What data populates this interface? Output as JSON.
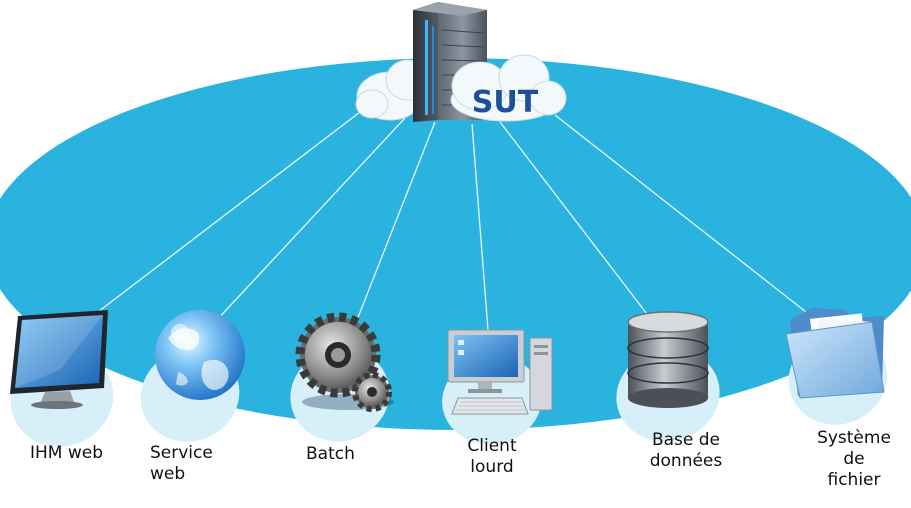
{
  "center": {
    "label": "SUT",
    "icon": "server-cloud-icon"
  },
  "colors": {
    "ellipse": "#2ab3de",
    "connector": "#e8f7fc",
    "node_halo": "#d7eff8",
    "label_text": "#111111",
    "sut_text": "#1d4f9a"
  },
  "nodes": [
    {
      "id": "ihm-web",
      "icon": "monitor-icon",
      "label_lines": [
        "IHM web"
      ]
    },
    {
      "id": "service-web",
      "icon": "globe-icon",
      "label_lines": [
        "Service",
        "web"
      ]
    },
    {
      "id": "batch",
      "icon": "gears-icon",
      "label_lines": [
        "Batch"
      ]
    },
    {
      "id": "client-lourd",
      "icon": "desktop-computer-icon",
      "label_lines": [
        "Client",
        "lourd"
      ]
    },
    {
      "id": "base-de-donnees",
      "icon": "database-icon",
      "label_lines": [
        "Base de",
        "données"
      ]
    },
    {
      "id": "systeme-de-fichier",
      "icon": "folder-icon",
      "label_lines": [
        "Système",
        "de",
        "fichier"
      ]
    }
  ]
}
